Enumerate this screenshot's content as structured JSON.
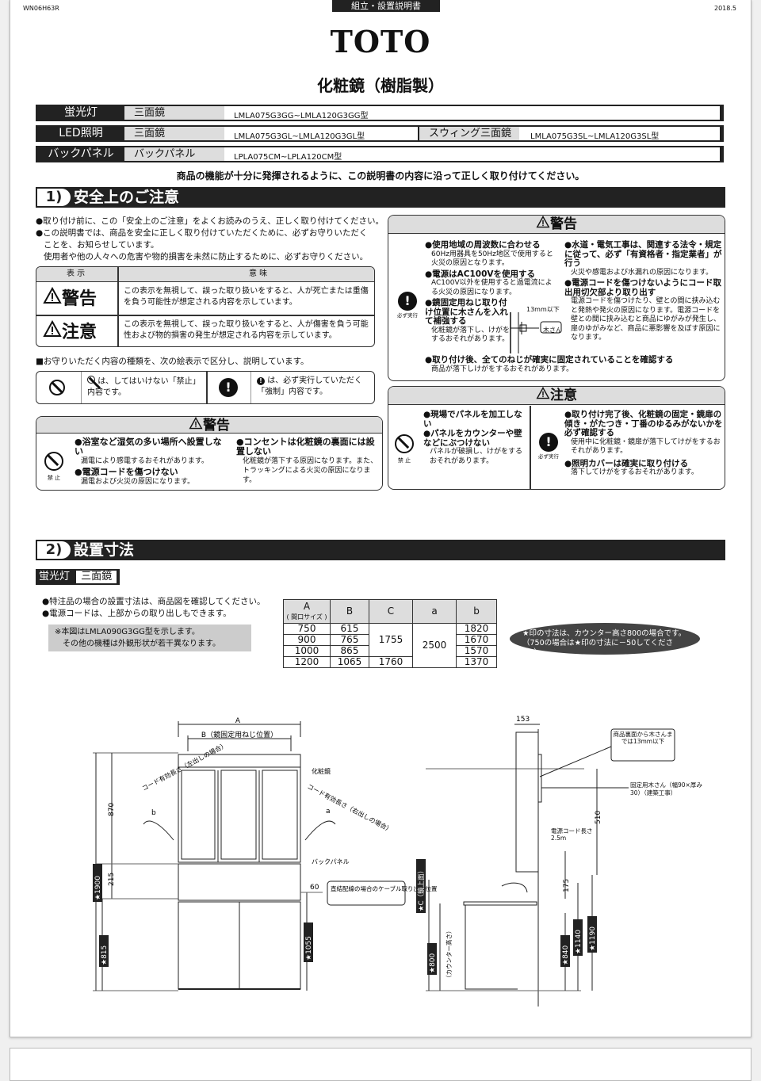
{
  "header": {
    "doc_code": "WN06H63R",
    "doc_type": "組立・設置説明書",
    "date": "2018.5",
    "brand": "TOTO",
    "title": "化粧鏡（樹脂製）"
  },
  "models": {
    "row1": {
      "category": "蛍光灯",
      "type": "三面鏡",
      "models": "LMLA075G3GG~LMLA120G3GG型"
    },
    "row2": {
      "category": "LED照明",
      "type": "三面鏡",
      "models": "LMLA075G3GL~LMLA120G3GL型",
      "type2": "スウィング三面鏡",
      "models2": "LMLA075G3SL~LMLA120G3SL型"
    },
    "row3": {
      "category": "バックパネル",
      "type": "バックパネル",
      "models": "LPLA075CM~LPLA120CM型"
    }
  },
  "notice": "商品の機能が十分に発揮されるように、この説明書の内容に沿って正しく取り付けてください。",
  "section1": {
    "num": "1",
    "title": "安全上のご注意",
    "intro": [
      "●取り付け前に、この「安全上のご注意」をよくお読みのうえ、正しく取り付けてください。",
      "●この説明書では、商品を安全に正しく取り付けていただくために、必ずお守りいただく",
      "ことを、お知らせしています。",
      "使用者や他の人々への危害や物的損害を未然に防止するために、必ずお守りください。"
    ],
    "legend": {
      "col_display": "表 示",
      "col_meaning": "意 味",
      "warning_label": "警告",
      "warning_text": "この表示を無視して、誤った取り扱いをすると、人が死亡または重傷を負う可能性が想定される内容を示しています。",
      "caution_label": "注意",
      "caution_text": "この表示を無視して、誤った取り扱いをすると、人が傷害を負う可能性および物的損害の発生が想定される内容を示しています。"
    },
    "symbols_intro": "■お守りいただく内容の種類を、次の絵表示で区分し、説明しています。",
    "prohibit_text": "は、してはいけない「禁止」内容です。",
    "must_text": "は、必ず実行していただく「強制」内容です。",
    "warn_left": {
      "head": "警告",
      "icon_label": "禁 止",
      "items": [
        {
          "title": "●浴室など湿気の多い場所へ設置しない",
          "desc": "漏電により感電するおそれがあります。"
        },
        {
          "title": "●電源コードを傷つけない",
          "desc": "漏電および火災の原因になります。"
        },
        {
          "title": "●コンセントは化粧鏡の裏面には設置しない",
          "desc": "化粧鏡が落下する原因になります。また、トラッキングによる火災の原因になります。"
        }
      ]
    },
    "warn_right": {
      "head": "警告",
      "icon_label": "必ず実行",
      "items": [
        {
          "title": "●使用地域の周波数に合わせる",
          "desc": "60Hz用器具を50Hz地区で使用すると火災の原因となります。"
        },
        {
          "title": "●電源はAC100Vを使用する",
          "desc": "AC100V以外を使用すると過電流による火災の原因になります。"
        },
        {
          "title": "●鏡固定用ねじ取り付け位置に木さんを入れて補強する",
          "desc": "化粧鏡が落下し、けがをするおそれがあります。"
        },
        {
          "title": "●水道・電気工事は、関連する法令・規定に従って、必ず「有資格者・指定業者」が行う",
          "desc": "火災や感電および水漏れの原因になります。"
        },
        {
          "title": "●電源コードを傷つけないようにコード取出用切欠部より取り出す",
          "desc": "電源コードを傷つけたり、壁との間に挟み込むと発熱や発火の原因になります。電源コードを壁との間に挟み込むと商品にゆがみが発生し、扉のゆがみなど、商品に悪影響を及ぼす原因になります。"
        },
        {
          "title": "●取り付け後、全てのねじが確実に固定されていることを確認する",
          "desc": "商品が落下しけがをするおそれがあります。"
        }
      ],
      "fig_13mm": "13mm以下",
      "fig_kisan": "木さん"
    },
    "caution_right": {
      "head": "注意",
      "icon_label_left": "禁 止",
      "icon_label_right": "必ず実行",
      "left_items": [
        {
          "title": "●現場でパネルを加工しない",
          "desc": ""
        },
        {
          "title": "●パネルをカウンターや壁などにぶつけない",
          "desc": "パネルが破損し、けがをするおそれがあります。"
        }
      ],
      "right_items": [
        {
          "title": "●取り付け完了後、化粧鏡の固定・鏡扉の傾き・がたつき・丁番のゆるみがないかを必ず確認する",
          "desc": "使用中に化粧鏡・鏡扉が落下してけがをするおそれがあります。"
        },
        {
          "title": "●照明カバーは確実に取り付ける",
          "desc": "落下してけがをするおそれがあります。"
        }
      ]
    }
  },
  "section2": {
    "num": "2",
    "title": "設置寸法",
    "tag_category": "蛍光灯",
    "tag_type": "三面鏡",
    "notes": [
      "●特注品の場合の設置寸法は、商品図を確認してください。",
      "●電源コードは、上部からの取り出しもできます。"
    ],
    "gray_note": [
      "※本図はLMLA090G3GG型を示します。",
      "その他の機種は外観形状が若干異なります。"
    ],
    "table": {
      "headers": [
        "A",
        "B",
        "C",
        "a",
        "b"
      ],
      "header_sub": "( 間口サイズ )",
      "A": [
        "750",
        "900",
        "1000",
        "1200"
      ],
      "B": [
        "615",
        "765",
        "865",
        "1065"
      ],
      "C_merged": "1755",
      "C_last": "1760",
      "a": "2500",
      "b": [
        "1820",
        "1670",
        "1570",
        "1370"
      ]
    },
    "oval_note": [
      "★印の寸法は、カウンター高さ800の場合です。",
      "（750の場合は★印の寸法に－50してください。）"
    ],
    "drawing": {
      "A": "A",
      "B_label": "B（鏡固定用ねじ位置）",
      "mirror": "化粧鏡",
      "cord_left": "コード有効長さ（左出しの場合）",
      "cord_left_b": "b",
      "cord_right": "コード有効長さ（右出しの場合）",
      "cord_right_a": "a",
      "backpanel": "バックパネル",
      "dim_870": "870",
      "dim_215": "215",
      "dim_1900": "★1900",
      "dim_815": "★815",
      "dim_1055": "★1055",
      "dim_60": "60",
      "direct_wiring": "直結配線の場合のケーブル取り出し位置",
      "dim_153": "153",
      "back_note": "商品裏面から木さんまでは13mm以下",
      "fixing_wood": "固定用木さん（幅90×厚み30）（建築工事）",
      "dim_510": "510",
      "power_cord": "電源コード長さ2.5m",
      "dim_175": "175",
      "dim_C": "★C（鏡上面）",
      "dim_800": "★800",
      "counter_height": "（カウンター高さ）",
      "dim_840": "★840",
      "dim_1140": "★1140",
      "dim_1190": "★1190"
    }
  }
}
